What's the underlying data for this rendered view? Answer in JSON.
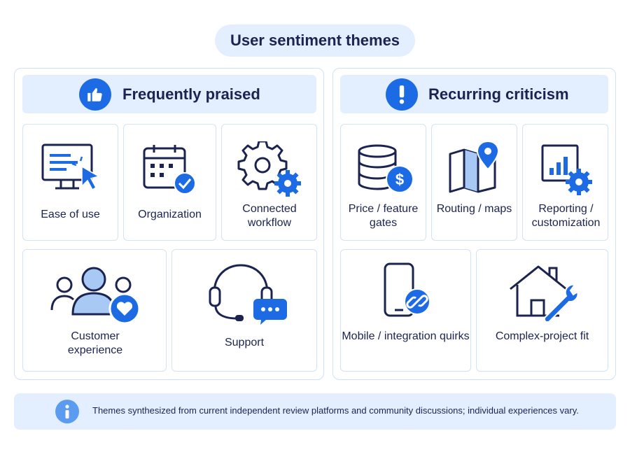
{
  "title": "User sentiment themes",
  "praised": {
    "heading": "Frequently praised",
    "items": [
      {
        "label": "Ease of use",
        "icon": "monitor-cursor-icon"
      },
      {
        "label": "Organization",
        "icon": "calendar-check-icon"
      },
      {
        "label": "Connected workflow",
        "icon": "gears-icon"
      },
      {
        "label": "Customer experience",
        "icon": "people-heart-icon"
      },
      {
        "label": "Support",
        "icon": "headset-chat-icon"
      }
    ]
  },
  "criticism": {
    "heading": "Recurring criticism",
    "items": [
      {
        "label": "Price / feature gates",
        "icon": "database-dollar-icon"
      },
      {
        "label": "Routing / maps",
        "icon": "map-pin-icon"
      },
      {
        "label": "Reporting / customization",
        "icon": "chart-gear-icon"
      },
      {
        "label": "Mobile / integration quirks",
        "icon": "phone-link-icon"
      },
      {
        "label": "Complex-project fit",
        "icon": "house-wrench-icon"
      }
    ]
  },
  "footer_note": "Themes synthesized from current independent review platforms and community discussions; individual experiences vary.",
  "colors": {
    "accent": "#1d6ae5",
    "tint": "#e3efff",
    "ink": "#1b2450"
  }
}
